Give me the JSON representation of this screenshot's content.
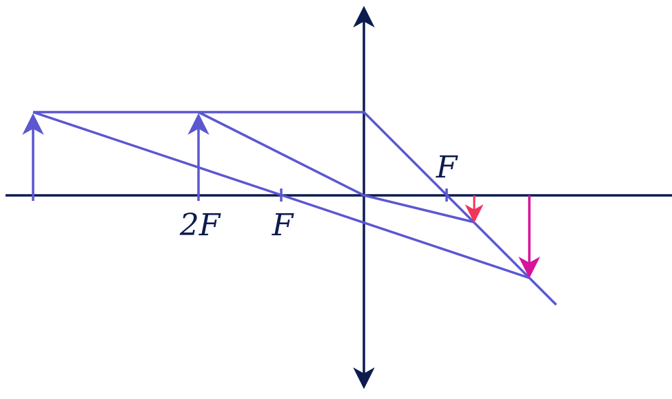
{
  "labels": {
    "two_f_left": "2F",
    "f_left": "F",
    "f_right": "F"
  },
  "colors": {
    "axis": "#0d1b4f",
    "ray": "#5b57d1",
    "object": "#5b57d1",
    "image_near": "#f0345a",
    "image_far": "#d4159b",
    "label": "#0d1b4f"
  },
  "icons": {
    "lens_top": "arrow-up-icon",
    "lens_bottom": "arrow-down-icon"
  }
}
